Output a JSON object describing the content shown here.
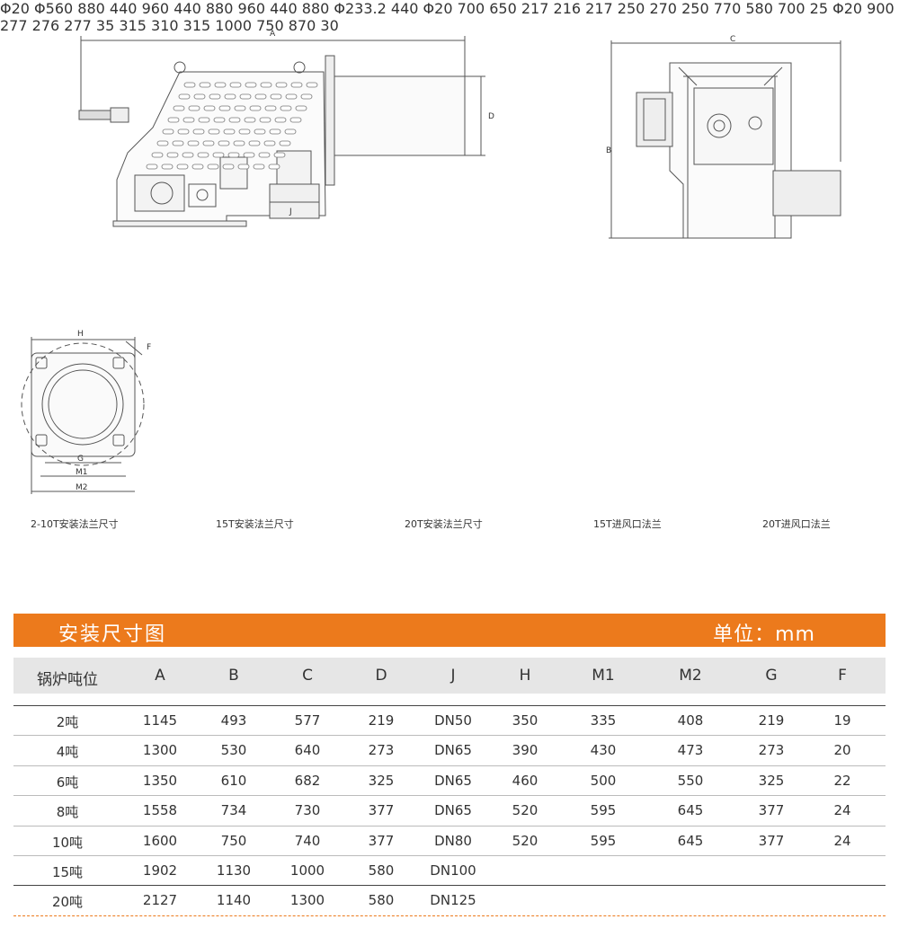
{
  "drawing_labels": {
    "A": "A",
    "B": "B",
    "C": "C",
    "D": "D",
    "J": "J",
    "H": "H",
    "F": "F",
    "G": "G",
    "M1": "M1",
    "M2": "M2",
    "d1_phi20": "Φ20",
    "d1_phi560": "Φ560",
    "d1_880": "880",
    "d1_440v": "440",
    "d1_960": "960",
    "d1_440h": "440",
    "d1_880b": "880",
    "d2_960": "960",
    "d2_440v": "440",
    "d2_880": "880",
    "d2_phi": "Φ233.2",
    "d2_440h": "440",
    "d2_phi20": "Φ20",
    "d3_700": "700",
    "d3_650": "650",
    "d3_217a": "217",
    "d3_216": "216",
    "d3_217b": "217",
    "d3_250a": "250",
    "d3_270": "270",
    "d3_250b": "250",
    "d3_770": "770",
    "d3_580": "580",
    "d3_700v": "700",
    "d3_25": "25",
    "d3_phi20": "Φ20",
    "d4_900": "900",
    "d4_277a": "277",
    "d4_276": "276",
    "d4_277b": "277",
    "d4_35": "35",
    "d4_315a": "315",
    "d4_310": "310",
    "d4_315b": "315",
    "d4_1000": "1000",
    "d4_750": "750",
    "d4_870": "870",
    "d4_30": "30"
  },
  "captions": {
    "c1": "2-10T安装法兰尺寸",
    "c2": "15T安装法兰尺寸",
    "c3": "20T安装法兰尺寸",
    "c4": "15T进风口法兰",
    "c5": "20T进风口法兰"
  },
  "banner": {
    "title": "安装尺寸图",
    "unit": "单位：mm",
    "color": "#ec7a1c"
  },
  "table": {
    "headers": [
      "锅炉吨位",
      "A",
      "B",
      "C",
      "D",
      "J",
      "H",
      "M1",
      "M2",
      "G",
      "F"
    ],
    "rows": [
      [
        "2吨",
        "1145",
        "493",
        "577",
        "219",
        "DN50",
        "350",
        "335",
        "408",
        "219",
        "19"
      ],
      [
        "4吨",
        "1300",
        "530",
        "640",
        "273",
        "DN65",
        "390",
        "430",
        "473",
        "273",
        "20"
      ],
      [
        "6吨",
        "1350",
        "610",
        "682",
        "325",
        "DN65",
        "460",
        "500",
        "550",
        "325",
        "22"
      ],
      [
        "8吨",
        "1558",
        "734",
        "730",
        "377",
        "DN65",
        "520",
        "595",
        "645",
        "377",
        "24"
      ],
      [
        "10吨",
        "1600",
        "750",
        "740",
        "377",
        "DN80",
        "520",
        "595",
        "645",
        "377",
        "24"
      ],
      [
        "15吨",
        "1902",
        "1130",
        "1000",
        "580",
        "DN100",
        "",
        "",
        "",
        "",
        ""
      ],
      [
        "20吨",
        "2127",
        "1140",
        "1300",
        "580",
        "DN125",
        "",
        "",
        "",
        "",
        ""
      ]
    ]
  }
}
